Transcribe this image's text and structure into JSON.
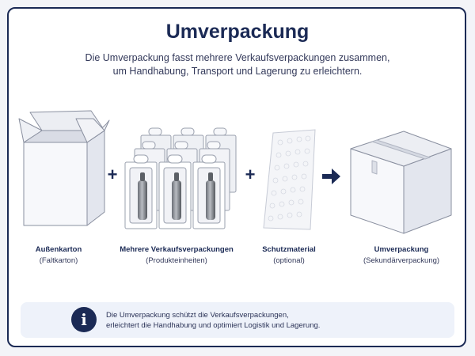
{
  "header": {
    "title": "Umverpackung",
    "subtitle_lines": [
      "Die Umverpackung fasst mehrere Verkaufsverpackungen zusammen,",
      "um Handhabung, Transport und Lagerung zu erleichtern."
    ]
  },
  "items": [
    {
      "title": "Außenkarton",
      "subtitle": "(Faltkarton)"
    },
    {
      "title": "Mehrere Verkaufsverpackungen",
      "subtitle": "(Produkteinheiten)"
    },
    {
      "title": "Schutzmaterial",
      "subtitle": "(optional)"
    },
    {
      "title": "Umverpackung",
      "subtitle": "(Sekundärverpackung)"
    }
  ],
  "operators": [
    "+",
    "+"
  ],
  "info": {
    "icon": "info-icon",
    "lines": [
      "Die Umverpackung schützt die Verkaufsverpackungen,",
      "erleichtert die Handhabung und optimiert Logistik und Lagerung."
    ]
  },
  "colors": {
    "primary": "#1b2a55",
    "info_background": "#eef2fa",
    "box_face": "#f7f8fb",
    "box_side": "#e3e6ee"
  }
}
